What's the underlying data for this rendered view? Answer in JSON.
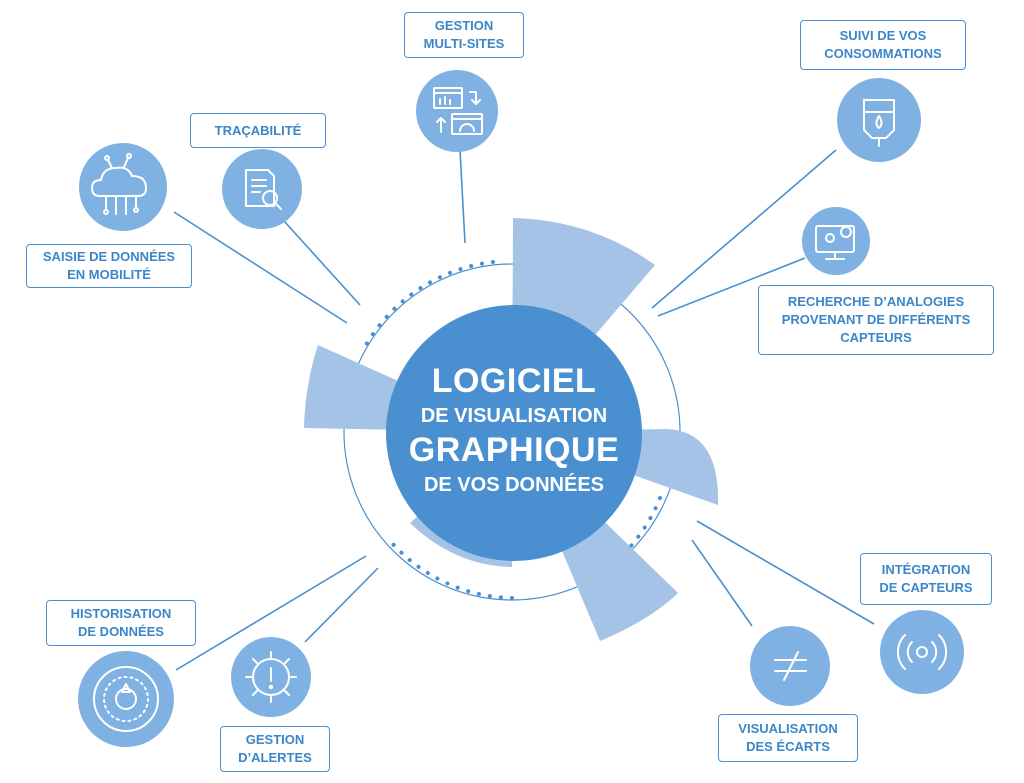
{
  "center": {
    "line1": "LOGICIEL",
    "line2": "DE VISUALISATION",
    "line3": "GRAPHIQUE",
    "line4": "DE VOS DONNÉES"
  },
  "labels": {
    "multisites": [
      "GESTION",
      "MULTI-SITES"
    ],
    "consommations": [
      "SUIVI DE VOS",
      "CONSOMMATIONS"
    ],
    "tracabilite": [
      "TRAÇABILITÉ"
    ],
    "saisie": [
      "SAISIE DE DONNÉES",
      "EN MOBILITÉ"
    ],
    "analogies": [
      "RECHERCHE D’ANALOGIES",
      "PROVENANT DE DIFFÉRENTS",
      "CAPTEURS"
    ],
    "integration": [
      "INTÉGRATION",
      "DE CAPTEURS"
    ],
    "historisation": [
      "HISTORISATION",
      "DE DONNÉES"
    ],
    "alertes": [
      "GESTION",
      "D’ALERTES"
    ],
    "ecarts": [
      "VISUALISATION",
      "DES ÉCARTS"
    ]
  },
  "colors": {
    "primary": "#4a90d0",
    "circle": "#7fb2e2",
    "petal": "#a5c3e6",
    "center": "#4a90d0"
  },
  "icons": {
    "multisites": "dashboard-sync-icon",
    "consommations": "water-tank-icon",
    "tracabilite": "document-search-icon",
    "saisie": "cloud-circuit-icon",
    "analogies": "monitor-gears-icon",
    "integration": "signal-sensor-icon",
    "historisation": "dial-icon",
    "alertes": "gear-alert-icon",
    "ecarts": "not-equal-icon"
  }
}
